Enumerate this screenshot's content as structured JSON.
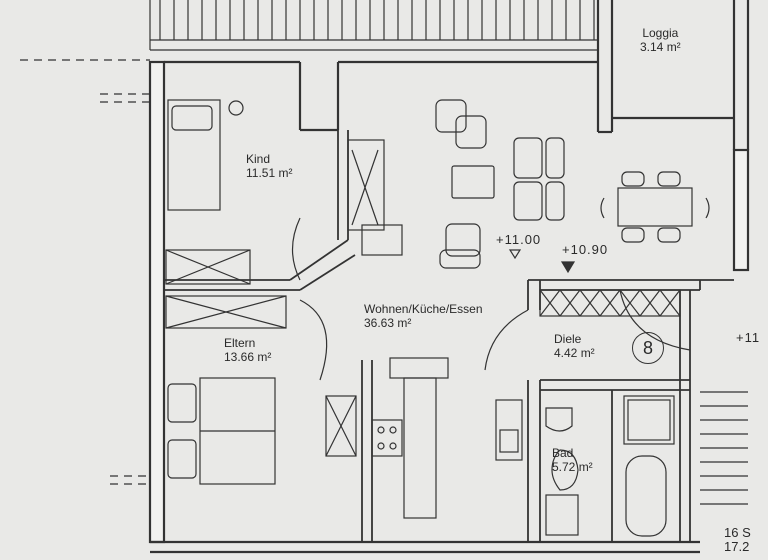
{
  "rooms": [
    {
      "id": "loggia",
      "name": "Loggia",
      "area": "3.14 m²"
    },
    {
      "id": "kind",
      "name": "Kind",
      "area": "11.51 m²"
    },
    {
      "id": "wohnen",
      "name": "Wohnen/Küche/Essen",
      "area": "36.63 m²"
    },
    {
      "id": "eltern",
      "name": "Eltern",
      "area": "13.66 m²"
    },
    {
      "id": "diele",
      "name": "Diele",
      "area": "4.42 m²"
    },
    {
      "id": "bad",
      "name": "Bad",
      "area": "5.72 m²"
    }
  ],
  "levels": {
    "level_a": "+11.00",
    "level_b": "+10.90",
    "level_c": "+11"
  },
  "marker": "8",
  "stair_text": {
    "line1": "16 S",
    "line2": "17.2"
  },
  "colors": {
    "line": "#333333",
    "background": "#e9e9e7"
  }
}
